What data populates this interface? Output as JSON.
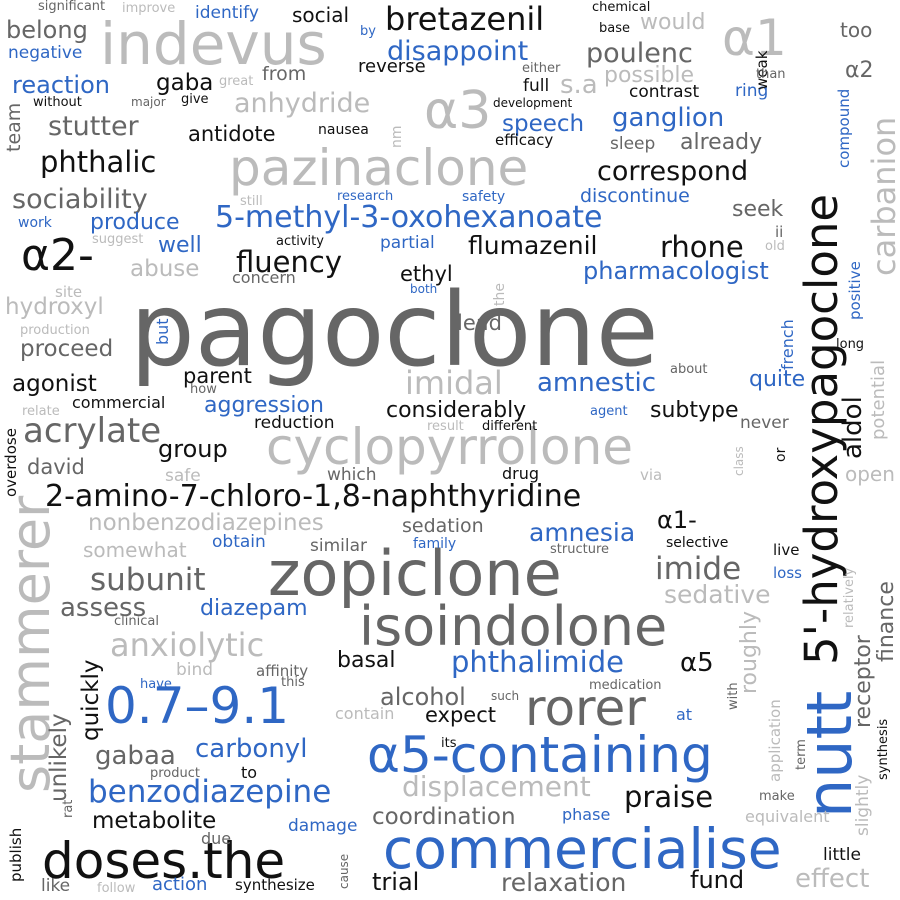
{
  "colors": {
    "black": "#111111",
    "dark_gray": "#666666",
    "light_gray": "#bbbbbb",
    "blue": "#2f67c4"
  },
  "words": [
    {
      "text": "pagoclone",
      "color": "dark_gray"
    },
    {
      "text": "zopiclone",
      "color": "dark_gray"
    },
    {
      "text": "nutt",
      "color": "blue"
    },
    {
      "text": "5'-hydroxypagoclone",
      "color": "black"
    },
    {
      "text": "commercialise",
      "color": "blue"
    },
    {
      "text": "α5-containing",
      "color": "blue"
    },
    {
      "text": "isoindolone",
      "color": "dark_gray"
    },
    {
      "text": "pazinaclone",
      "color": "light_gray"
    },
    {
      "text": "cyclopyrrolone",
      "color": "light_gray"
    },
    {
      "text": "indevus",
      "color": "light_gray"
    },
    {
      "text": "stammerer",
      "color": "light_gray"
    },
    {
      "text": "doses.the",
      "color": "black"
    },
    {
      "text": "0.7–9.1",
      "color": "blue"
    },
    {
      "text": "rorer",
      "color": "dark_gray"
    },
    {
      "text": "α2-",
      "color": "black"
    },
    {
      "text": "α3",
      "color": "light_gray"
    },
    {
      "text": "α1",
      "color": "light_gray"
    },
    {
      "text": "2-amino-7-chloro-1,8-naphthyridine",
      "color": "black"
    },
    {
      "text": "5-methyl-3-oxohexanoate",
      "color": "blue"
    },
    {
      "text": "benzodiazepine",
      "color": "blue"
    },
    {
      "text": "displacement",
      "color": "light_gray"
    },
    {
      "text": "anxiolytic",
      "color": "light_gray"
    },
    {
      "text": "phthalimide",
      "color": "blue"
    },
    {
      "text": "bretazenil",
      "color": "black"
    },
    {
      "text": "imidal",
      "color": "light_gray"
    },
    {
      "text": "acrylate",
      "color": "dark_gray"
    },
    {
      "text": "carbanion",
      "color": "light_gray"
    },
    {
      "text": "receptor",
      "color": "dark_gray"
    },
    {
      "text": "finance",
      "color": "dark_gray"
    },
    {
      "text": "roughly",
      "color": "light_gray"
    },
    {
      "text": "aldol",
      "color": "black"
    },
    {
      "text": "fluency",
      "color": "black"
    },
    {
      "text": "phthalic",
      "color": "black"
    },
    {
      "text": "rhone",
      "color": "black"
    },
    {
      "text": "stutter",
      "color": "dark_gray"
    },
    {
      "text": "anhydride",
      "color": "light_gray"
    },
    {
      "text": "disappoint",
      "color": "blue"
    },
    {
      "text": "poulenc",
      "color": "dark_gray"
    },
    {
      "text": "correspond",
      "color": "black"
    },
    {
      "text": "ganglion",
      "color": "blue"
    },
    {
      "text": "speech",
      "color": "blue"
    },
    {
      "text": "sociability",
      "color": "dark_gray"
    },
    {
      "text": "flumazenil",
      "color": "black"
    },
    {
      "text": "pharmacologist",
      "color": "blue"
    },
    {
      "text": "amnestic",
      "color": "blue"
    },
    {
      "text": "subunit",
      "color": "dark_gray"
    },
    {
      "text": "imide",
      "color": "dark_gray"
    },
    {
      "text": "amnesia",
      "color": "blue"
    },
    {
      "text": "nonbenzodiazepines",
      "color": "light_gray"
    },
    {
      "text": "carbonyl",
      "color": "blue"
    },
    {
      "text": "gabaa",
      "color": "dark_gray"
    },
    {
      "text": "praise",
      "color": "black"
    },
    {
      "text": "coordination",
      "color": "dark_gray"
    },
    {
      "text": "metabolite",
      "color": "black"
    },
    {
      "text": "relaxation",
      "color": "dark_gray"
    },
    {
      "text": "trial",
      "color": "black"
    },
    {
      "text": "fund",
      "color": "black"
    },
    {
      "text": "effect",
      "color": "light_gray"
    },
    {
      "text": "sedative",
      "color": "light_gray"
    },
    {
      "text": "diazepam",
      "color": "blue"
    },
    {
      "text": "assess",
      "color": "dark_gray"
    },
    {
      "text": "alcohol",
      "color": "dark_gray"
    },
    {
      "text": "expect",
      "color": "black"
    },
    {
      "text": "basal",
      "color": "black"
    },
    {
      "text": "quickly",
      "color": "black"
    },
    {
      "text": "unlikely",
      "color": "dark_gray"
    },
    {
      "text": "α5",
      "color": "black"
    },
    {
      "text": "α1-",
      "color": "black"
    },
    {
      "text": "α2",
      "color": "dark_gray"
    },
    {
      "text": "considerably",
      "color": "black"
    },
    {
      "text": "subtype",
      "color": "black"
    },
    {
      "text": "aggression",
      "color": "blue"
    },
    {
      "text": "group",
      "color": "black"
    },
    {
      "text": "david",
      "color": "dark_gray"
    },
    {
      "text": "quite",
      "color": "blue"
    },
    {
      "text": "parent",
      "color": "black"
    },
    {
      "text": "agonist",
      "color": "black"
    },
    {
      "text": "proceed",
      "color": "dark_gray"
    },
    {
      "text": "hydroxyl",
      "color": "light_gray"
    },
    {
      "text": "lead",
      "color": "dark_gray"
    },
    {
      "text": "ethyl",
      "color": "black"
    },
    {
      "text": "abuse",
      "color": "light_gray"
    },
    {
      "text": "produce",
      "color": "blue"
    },
    {
      "text": "well",
      "color": "blue"
    },
    {
      "text": "seek",
      "color": "dark_gray"
    },
    {
      "text": "discontinue",
      "color": "blue"
    },
    {
      "text": "antidote",
      "color": "black"
    },
    {
      "text": "already",
      "color": "dark_gray"
    },
    {
      "text": "reaction",
      "color": "blue"
    },
    {
      "text": "gaba",
      "color": "black"
    },
    {
      "text": "belong",
      "color": "dark_gray"
    },
    {
      "text": "negative",
      "color": "blue"
    },
    {
      "text": "social",
      "color": "black"
    },
    {
      "text": "identify",
      "color": "blue"
    },
    {
      "text": "would",
      "color": "light_gray"
    },
    {
      "text": "possible",
      "color": "light_gray"
    },
    {
      "text": "s.a",
      "color": "light_gray"
    },
    {
      "text": "reverse",
      "color": "black"
    },
    {
      "text": "from",
      "color": "dark_gray"
    },
    {
      "text": "contrast",
      "color": "black"
    },
    {
      "text": "ring",
      "color": "blue"
    },
    {
      "text": "full",
      "color": "black"
    },
    {
      "text": "team",
      "color": "dark_gray"
    },
    {
      "text": "too",
      "color": "dark_gray"
    },
    {
      "text": "weak",
      "color": "black"
    },
    {
      "text": "compound",
      "color": "blue"
    },
    {
      "text": "sleep",
      "color": "dark_gray"
    },
    {
      "text": "efficacy",
      "color": "black"
    },
    {
      "text": "nausea",
      "color": "black"
    },
    {
      "text": "nm",
      "color": "light_gray"
    },
    {
      "text": "safety",
      "color": "blue"
    },
    {
      "text": "research",
      "color": "blue"
    },
    {
      "text": "still",
      "color": "light_gray"
    },
    {
      "text": "work",
      "color": "blue"
    },
    {
      "text": "suggest",
      "color": "light_gray"
    },
    {
      "text": "activity",
      "color": "black"
    },
    {
      "text": "partial",
      "color": "blue"
    },
    {
      "text": "concern",
      "color": "dark_gray"
    },
    {
      "text": "both",
      "color": "blue"
    },
    {
      "text": "site",
      "color": "light_gray"
    },
    {
      "text": "the",
      "color": "light_gray"
    },
    {
      "text": "production",
      "color": "light_gray"
    },
    {
      "text": "but",
      "color": "blue"
    },
    {
      "text": "ii",
      "color": "dark_gray"
    },
    {
      "text": "old",
      "color": "light_gray"
    },
    {
      "text": "positive",
      "color": "blue"
    },
    {
      "text": "potential",
      "color": "light_gray"
    },
    {
      "text": "french",
      "color": "blue"
    },
    {
      "text": "long",
      "color": "black"
    },
    {
      "text": "about",
      "color": "dark_gray"
    },
    {
      "text": "how",
      "color": "dark_gray"
    },
    {
      "text": "commercial",
      "color": "black"
    },
    {
      "text": "reduction",
      "color": "black"
    },
    {
      "text": "relate",
      "color": "light_gray"
    },
    {
      "text": "overdose",
      "color": "black"
    },
    {
      "text": "agent",
      "color": "blue"
    },
    {
      "text": "result",
      "color": "light_gray"
    },
    {
      "text": "different",
      "color": "black"
    },
    {
      "text": "never",
      "color": "dark_gray"
    },
    {
      "text": "class",
      "color": "light_gray"
    },
    {
      "text": "or",
      "color": "black"
    },
    {
      "text": "open",
      "color": "light_gray"
    },
    {
      "text": "safe",
      "color": "light_gray"
    },
    {
      "text": "which",
      "color": "dark_gray"
    },
    {
      "text": "drug",
      "color": "black"
    },
    {
      "text": "via",
      "color": "light_gray"
    },
    {
      "text": "sedation",
      "color": "dark_gray"
    },
    {
      "text": "somewhat",
      "color": "light_gray"
    },
    {
      "text": "obtain",
      "color": "blue"
    },
    {
      "text": "similar",
      "color": "dark_gray"
    },
    {
      "text": "family",
      "color": "blue"
    },
    {
      "text": "structure",
      "color": "dark_gray"
    },
    {
      "text": "selective",
      "color": "black"
    },
    {
      "text": "live",
      "color": "black"
    },
    {
      "text": "loss",
      "color": "blue"
    },
    {
      "text": "relatively",
      "color": "light_gray"
    },
    {
      "text": "clinical",
      "color": "dark_gray"
    },
    {
      "text": "bind",
      "color": "light_gray"
    },
    {
      "text": "affinity",
      "color": "dark_gray"
    },
    {
      "text": "this",
      "color": "dark_gray"
    },
    {
      "text": "have",
      "color": "blue"
    },
    {
      "text": "contain",
      "color": "light_gray"
    },
    {
      "text": "such",
      "color": "dark_gray"
    },
    {
      "text": "medication",
      "color": "dark_gray"
    },
    {
      "text": "with",
      "color": "dark_gray"
    },
    {
      "text": "at",
      "color": "blue"
    },
    {
      "text": "application",
      "color": "light_gray"
    },
    {
      "text": "term",
      "color": "dark_gray"
    },
    {
      "text": "slightly",
      "color": "light_gray"
    },
    {
      "text": "synthesis",
      "color": "black"
    },
    {
      "text": "product",
      "color": "dark_gray"
    },
    {
      "text": "to",
      "color": "black"
    },
    {
      "text": "its",
      "color": "black"
    },
    {
      "text": "rat",
      "color": "dark_gray"
    },
    {
      "text": "damage",
      "color": "blue"
    },
    {
      "text": "phase",
      "color": "blue"
    },
    {
      "text": "make",
      "color": "dark_gray"
    },
    {
      "text": "equivalent",
      "color": "light_gray"
    },
    {
      "text": "due",
      "color": "dark_gray"
    },
    {
      "text": "cause",
      "color": "dark_gray"
    },
    {
      "text": "publish",
      "color": "black"
    },
    {
      "text": "like",
      "color": "dark_gray"
    },
    {
      "text": "follow",
      "color": "light_gray"
    },
    {
      "text": "action",
      "color": "blue"
    },
    {
      "text": "synthesize",
      "color": "black"
    },
    {
      "text": "little",
      "color": "black"
    },
    {
      "text": "significant",
      "color": "dark_gray"
    },
    {
      "text": "improve",
      "color": "light_gray"
    },
    {
      "text": "by",
      "color": "blue"
    },
    {
      "text": "chemical",
      "color": "black"
    },
    {
      "text": "base",
      "color": "black"
    },
    {
      "text": "either",
      "color": "dark_gray"
    },
    {
      "text": "than",
      "color": "dark_gray"
    },
    {
      "text": "development",
      "color": "black"
    },
    {
      "text": "without",
      "color": "black"
    },
    {
      "text": "major",
      "color": "dark_gray"
    },
    {
      "text": "give",
      "color": "black"
    },
    {
      "text": "great",
      "color": "light_gray"
    }
  ]
}
